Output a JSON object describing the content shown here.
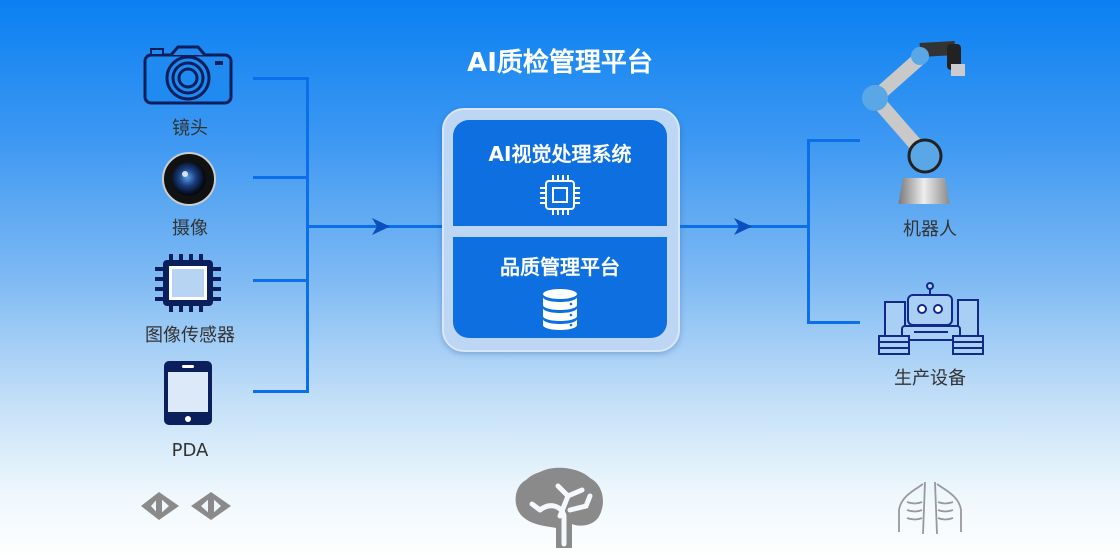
{
  "title": "AI质检管理平台",
  "inputs": [
    {
      "label": "镜头",
      "icon": "camera-icon"
    },
    {
      "label": "摄像",
      "icon": "webcam-lens-icon"
    },
    {
      "label": "图像传感器",
      "icon": "image-sensor-chip-icon"
    },
    {
      "label": "PDA",
      "icon": "pda-phone-icon"
    }
  ],
  "center": {
    "top_label": "AI视觉处理系统",
    "top_icon": "cpu-icon",
    "bottom_label": "品质管理平台",
    "bottom_icon": "database-icon"
  },
  "outputs": [
    {
      "label": "机器人",
      "icon": "robot-arm-icon"
    },
    {
      "label": "生产设备",
      "icon": "production-robot-icon"
    }
  ],
  "bottom_icons": [
    "eyes-icon",
    "brain-icon",
    "lungs-icon"
  ],
  "colors": {
    "connector": "#0a6fe8",
    "panel": "#0e6fe0",
    "icon_dark": "#0b1f5c",
    "decor_gray": "#8a8a8a"
  }
}
